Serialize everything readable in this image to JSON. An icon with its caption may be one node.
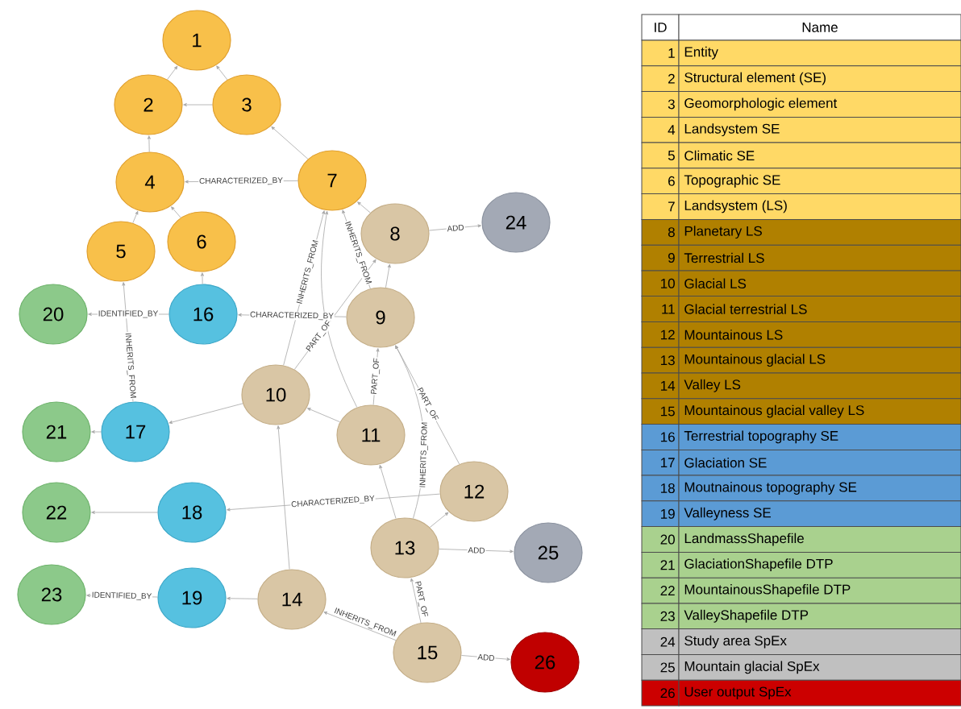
{
  "diagram": {
    "nodes": [
      {
        "text": [
          "1"
        ]
      },
      {
        "text": [
          "2"
        ]
      },
      {
        "text": [
          "3"
        ]
      },
      {
        "text": [
          "4"
        ]
      },
      {
        "text": [
          "5"
        ]
      },
      {
        "text": [
          "6"
        ]
      },
      {
        "text": [
          "7"
        ]
      },
      {
        "text": [
          "8"
        ]
      },
      {
        "text": [
          "9"
        ]
      },
      {
        "text": [
          "10"
        ]
      },
      {
        "text": [
          "11"
        ]
      },
      {
        "text": [
          "12"
        ]
      },
      {
        "text": [
          "13"
        ]
      },
      {
        "text": [
          "14"
        ]
      },
      {
        "text": [
          "15"
        ]
      },
      {
        "text": [
          "16"
        ]
      },
      {
        "text": [
          "17"
        ]
      },
      {
        "text": [
          "18"
        ]
      },
      {
        "text": [
          "19"
        ]
      },
      {
        "text": [
          "20"
        ]
      },
      {
        "text": [
          "21"
        ]
      },
      {
        "text": [
          "22"
        ]
      },
      {
        "text": [
          "23"
        ]
      },
      {
        "text": [
          "24"
        ]
      },
      {
        "text": [
          "25"
        ]
      },
      {
        "text": [
          "26"
        ]
      }
    ],
    "edges": [
      {
        "from": 1,
        "to": 0,
        "arrow": "to"
      },
      {
        "from": 2,
        "to": 0,
        "arrow": "to"
      },
      {
        "from": 2,
        "to": 1,
        "arrow": "to"
      },
      {
        "from": 3,
        "to": 1,
        "arrow": "to"
      },
      {
        "from": 6,
        "to": 2,
        "arrow": "to"
      },
      {
        "from": 6,
        "to": 3,
        "arrow": "to",
        "label": "CHARACTERIZED_BY"
      },
      {
        "from": 4,
        "to": 3,
        "arrow": "to"
      },
      {
        "from": 5,
        "to": 3,
        "arrow": "to"
      },
      {
        "from": 15,
        "to": 5,
        "arrow": "to"
      },
      {
        "from": 16,
        "to": 4,
        "arrow": "to",
        "label": "INHERITS_FROM"
      },
      {
        "from": 15,
        "to": 19,
        "arrow": "to",
        "label": "IDENTIFIED_BY"
      },
      {
        "from": 8,
        "to": 15,
        "arrow": "to",
        "label": "CHARACTERIZED_BY"
      },
      {
        "from": 16,
        "to": 20,
        "arrow": "to"
      },
      {
        "from": 9,
        "to": 16,
        "arrow": "to"
      },
      {
        "from": 17,
        "to": 21,
        "arrow": "to"
      },
      {
        "from": 11,
        "to": 17,
        "arrow": "to",
        "label": "CHARACTERIZED_BY"
      },
      {
        "from": 18,
        "to": 22,
        "arrow": "to",
        "label": "IDENTIFIED_BY"
      },
      {
        "from": 13,
        "to": 18,
        "arrow": "to"
      },
      {
        "from": 7,
        "to": 6,
        "arrow": "to"
      },
      {
        "from": 8,
        "to": 6,
        "arrow": "to",
        "label": "INHERITS_FROM"
      },
      {
        "from": 9,
        "to": 6,
        "arrow": "to",
        "label": "INHERITS_FROM"
      },
      {
        "from": 10,
        "to": 6,
        "arrow": "to"
      },
      {
        "from": 7,
        "to": 23,
        "arrow": "to",
        "label": "ADD"
      },
      {
        "from": 8,
        "to": 7,
        "arrow": "to"
      },
      {
        "from": 9,
        "to": 7,
        "arrow": "to",
        "label": "PART_OF"
      },
      {
        "from": 10,
        "to": 8,
        "arrow": "to",
        "label": "PART_OF"
      },
      {
        "from": 11,
        "to": 8,
        "arrow": "to",
        "label": "PART_OF"
      },
      {
        "from": 12,
        "to": 8,
        "arrow": "to",
        "label": "INHERITS_FROM"
      },
      {
        "from": 10,
        "to": 9,
        "arrow": "to"
      },
      {
        "from": 13,
        "to": 9,
        "arrow": "to"
      },
      {
        "from": 12,
        "to": 10,
        "arrow": "to"
      },
      {
        "from": 12,
        "to": 11,
        "arrow": "to"
      },
      {
        "from": 12,
        "to": 24,
        "arrow": "to",
        "label": "ADD"
      },
      {
        "from": 14,
        "to": 12,
        "arrow": "to",
        "label": "PART_OF"
      },
      {
        "from": 14,
        "to": 13,
        "arrow": "to",
        "label": "INHERITS_FROM"
      },
      {
        "from": 14,
        "to": 25,
        "arrow": "to",
        "label": "ADD"
      }
    ],
    "labels": [
      "ID",
      "Name",
      "1",
      "Entity",
      "2",
      "Structural element (SE)",
      "3",
      "Geomorphologic element",
      "4",
      "Landsystem SE",
      "5",
      "Climatic SE",
      "6",
      "Topographic SE",
      "7",
      "Landsystem (LS)",
      "8",
      "Planetary LS",
      "9",
      "Terrestrial LS",
      "10",
      "Glacial LS",
      "11",
      "Glacial terrestrial LS",
      "12",
      "Mountainous LS",
      "13",
      "Mountainous glacial LS",
      "14",
      "Valley LS",
      "15",
      "Mountainous glacial valley LS",
      "16",
      "Terrestrial topography SE",
      "17",
      "Glaciation SE",
      "18",
      "Moutnainous topography SE",
      "19",
      "Valleyness SE",
      "20",
      "LandmassShapefile",
      "21",
      "GlaciationShapefile DTP",
      "22",
      "MountainousShapefile DTP",
      "23",
      "ValleyShapefile DTP",
      "24",
      "Study area SpEx",
      "25",
      "Mountain glacial SpEx",
      "26",
      "User output SpEx"
    ]
  }
}
